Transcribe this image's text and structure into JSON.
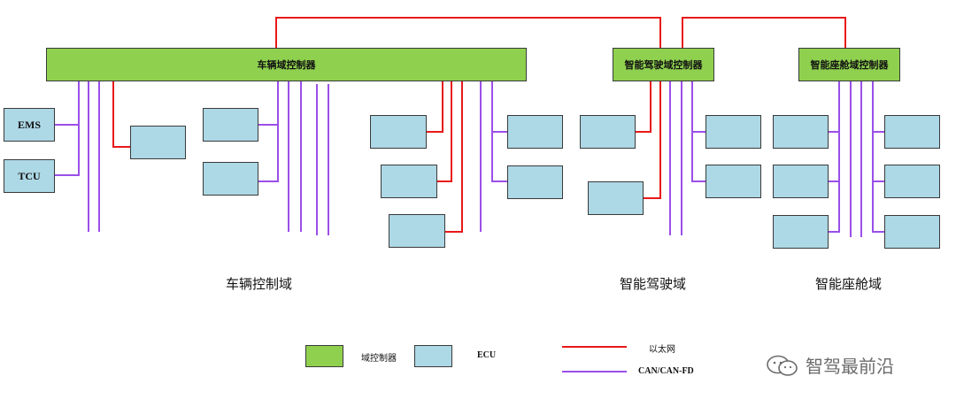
{
  "controllers": {
    "vehicle": "车辆域控制器",
    "adas": "智能驾驶域控制器",
    "cabin": "智能座舱域控制器"
  },
  "ecus": {
    "ems": "EMS",
    "tcu": "TCU"
  },
  "domains": {
    "vehicle": "车辆控制域",
    "adas": "智能驾驶域",
    "cabin": "智能座舱域"
  },
  "legend": {
    "domain_controller": "域控制器",
    "ecu": "ECU",
    "ethernet": "以太网",
    "can": "CAN/CAN-FD"
  },
  "watermark": "智驾最前沿",
  "colors": {
    "domain_controller": "#8fd14f",
    "ecu": "#add8e6",
    "ethernet": "#e8191a",
    "can": "#9b4fe8"
  }
}
